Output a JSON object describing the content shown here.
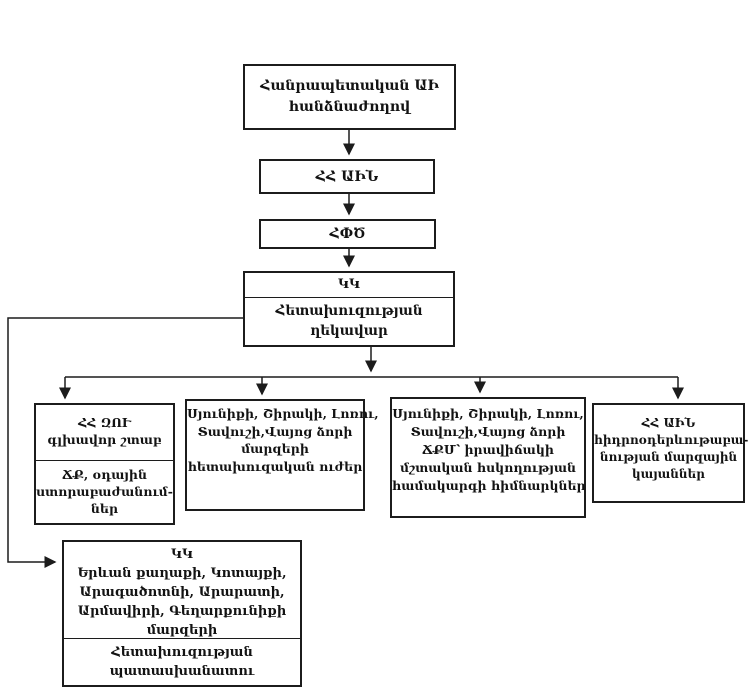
{
  "colors": {
    "line": "#1c1c1c",
    "background": "#ffffff",
    "text": "#131313"
  },
  "boxes": {
    "commission": {
      "line1": "Հանրապետական ԱԻ",
      "line2": "հանձնաժողով"
    },
    "ain": {
      "line1": "ՀՀ ԱԻՆ"
    },
    "hpts": {
      "line1": "ՀՓԾ"
    },
    "kk": {
      "header": "ԿԿ",
      "line1": "Հետախուզության",
      "line2": "ղեկավար"
    },
    "zu": {
      "line1": "ՀՀ ԶՈՒ",
      "line2": "գլխավոր շտաբ",
      "sub1": "ՃՔ, օդային",
      "sub2": "ստորաբաժանում-",
      "sub3": "ներ"
    },
    "marz_recon": {
      "line1": "Սյունիքի, Շիրակի, Լոռու,",
      "line2": "Տավուշի,Վայոց ձորի",
      "line3": "մարզերի",
      "line4": "հետախուզական ուժեր"
    },
    "chqm": {
      "line1": "Սյունիքի, Շիրակի, Լոռու,",
      "line2": "Տավուշի,Վայոց ձորի",
      "line3": "ՃՔՄ՝ իրավիճակի",
      "line4": "մշտական հսկողության",
      "line5": "համակարգի հիմնարկներ"
    },
    "hydro": {
      "line1": "ՀՀ ԱԻՆ",
      "line2": "հիդրոօդերևութաբա-",
      "line3": "նության մարզային",
      "line4": "կայաններ"
    },
    "kk_yerevan": {
      "header": "ԿԿ",
      "line1": "Երևան քաղաքի, Կոտայքի,",
      "line2": "Արագածոտնի, Արարատի,",
      "line3": "Արմավիրի, Գեղարքունիքի",
      "line4": "մարզերի",
      "sub1": "Հետախուզության",
      "sub2": "պատասխանատու"
    }
  }
}
